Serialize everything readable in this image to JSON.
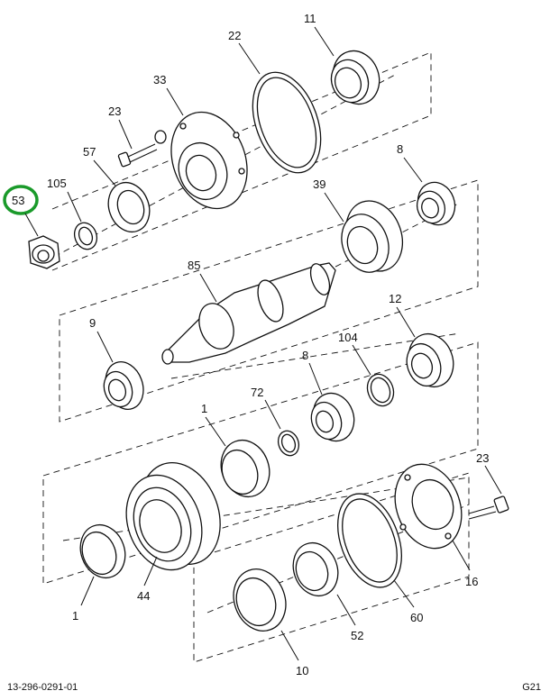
{
  "highlight_color": "#1a9a2a",
  "highlighted_callout": "53",
  "footer": {
    "left": "13-296-0291-01",
    "right": "G21"
  },
  "callouts": {
    "c53": "53",
    "c105": "105",
    "c57": "57",
    "c23a": "23",
    "c33": "33",
    "c22": "22",
    "c11": "11",
    "c8a": "8",
    "c39": "39",
    "c85": "85",
    "c9": "9",
    "c12": "12",
    "c104": "104",
    "c8b": "8",
    "c72": "72",
    "c1a": "1",
    "c23b": "23",
    "c44": "44",
    "c1b": "1",
    "c16": "16",
    "c60": "60",
    "c52": "52",
    "c10": "10"
  }
}
